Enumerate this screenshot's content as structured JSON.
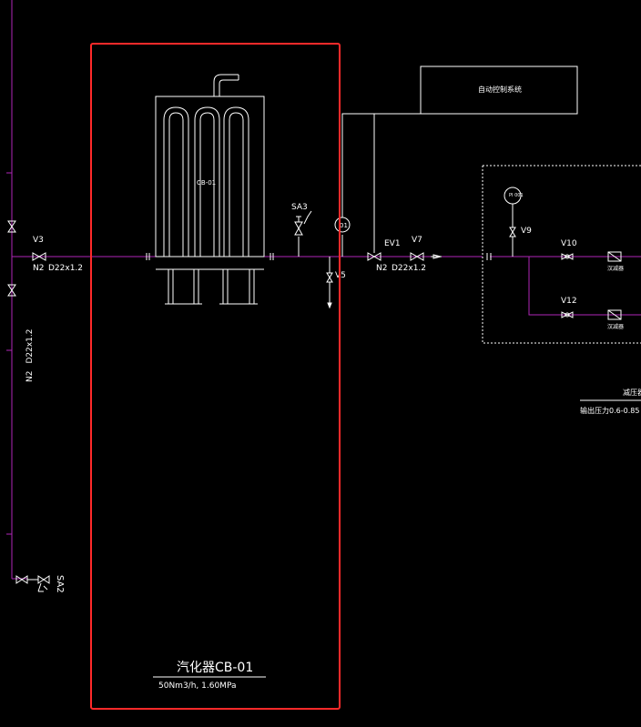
{
  "colors": {
    "background": "#000000",
    "line": "#ffffff",
    "pipe": "#b026b8",
    "highlight": "#ff2a2a"
  },
  "labels": {
    "v3": "V3",
    "n2_left": "N2",
    "d22_left": "D22x1.2",
    "vertical_n2": "N2",
    "vertical_d22": "D22x1.2",
    "sa2": "SA2",
    "sa3": "SA3",
    "cb01_small": "CB-01",
    "gauge_left": "01",
    "v5": "V5",
    "ev1": "EV1",
    "v7": "V7",
    "n2_right": "N2",
    "d22_right": "D22x1.2",
    "auto_control": "自动控制系统",
    "gauge_right": "PI\n001",
    "v9": "V9",
    "v10": "V10",
    "v12": "V12",
    "device_a": "汉减器",
    "device_b": "汉减器",
    "right_title": "减压器",
    "right_subtitle": "输出压力0.6-0.85",
    "vaporizer_title": "汽化器CB-01",
    "vaporizer_spec": "50Nm3/h, 1.60MPa"
  }
}
